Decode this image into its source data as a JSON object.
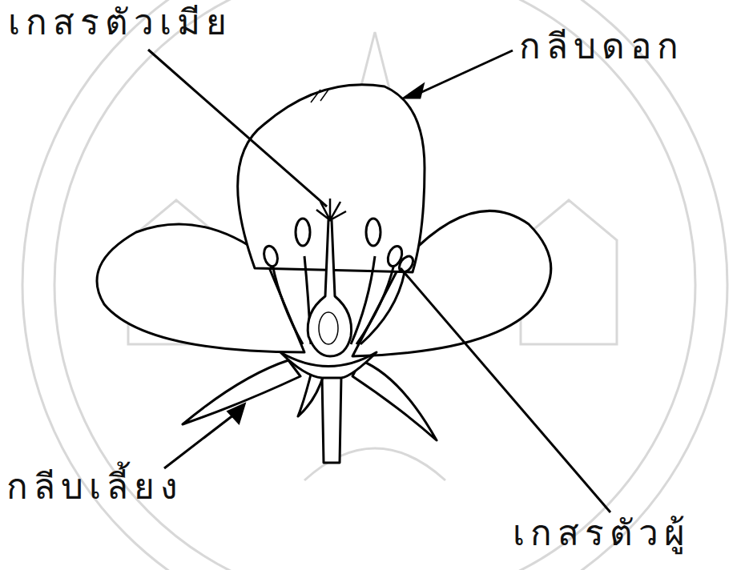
{
  "diagram": {
    "labels": [
      "เกสรตัวเมีย",
      "กลีบดอก",
      "กลีบเลี้ยง",
      "เกสรตัวผู้"
    ]
  }
}
